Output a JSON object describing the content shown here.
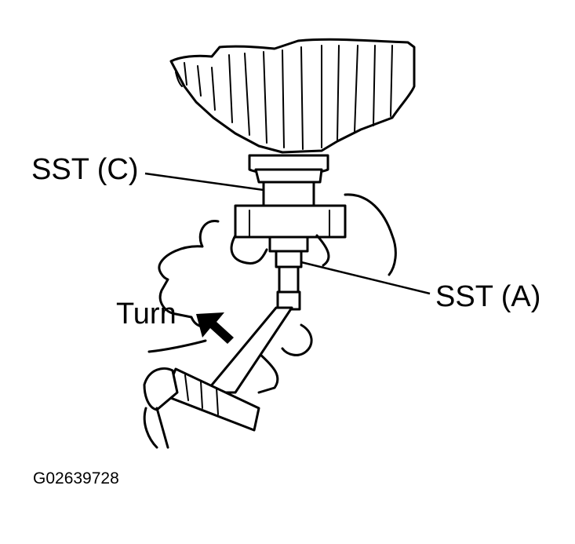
{
  "labels": {
    "sst_c": "SST (C)",
    "sst_a": "SST (A)",
    "turn": "Turn",
    "figure_id": "G02639728"
  },
  "colors": {
    "ink": "#000000",
    "paper": "#ffffff"
  }
}
